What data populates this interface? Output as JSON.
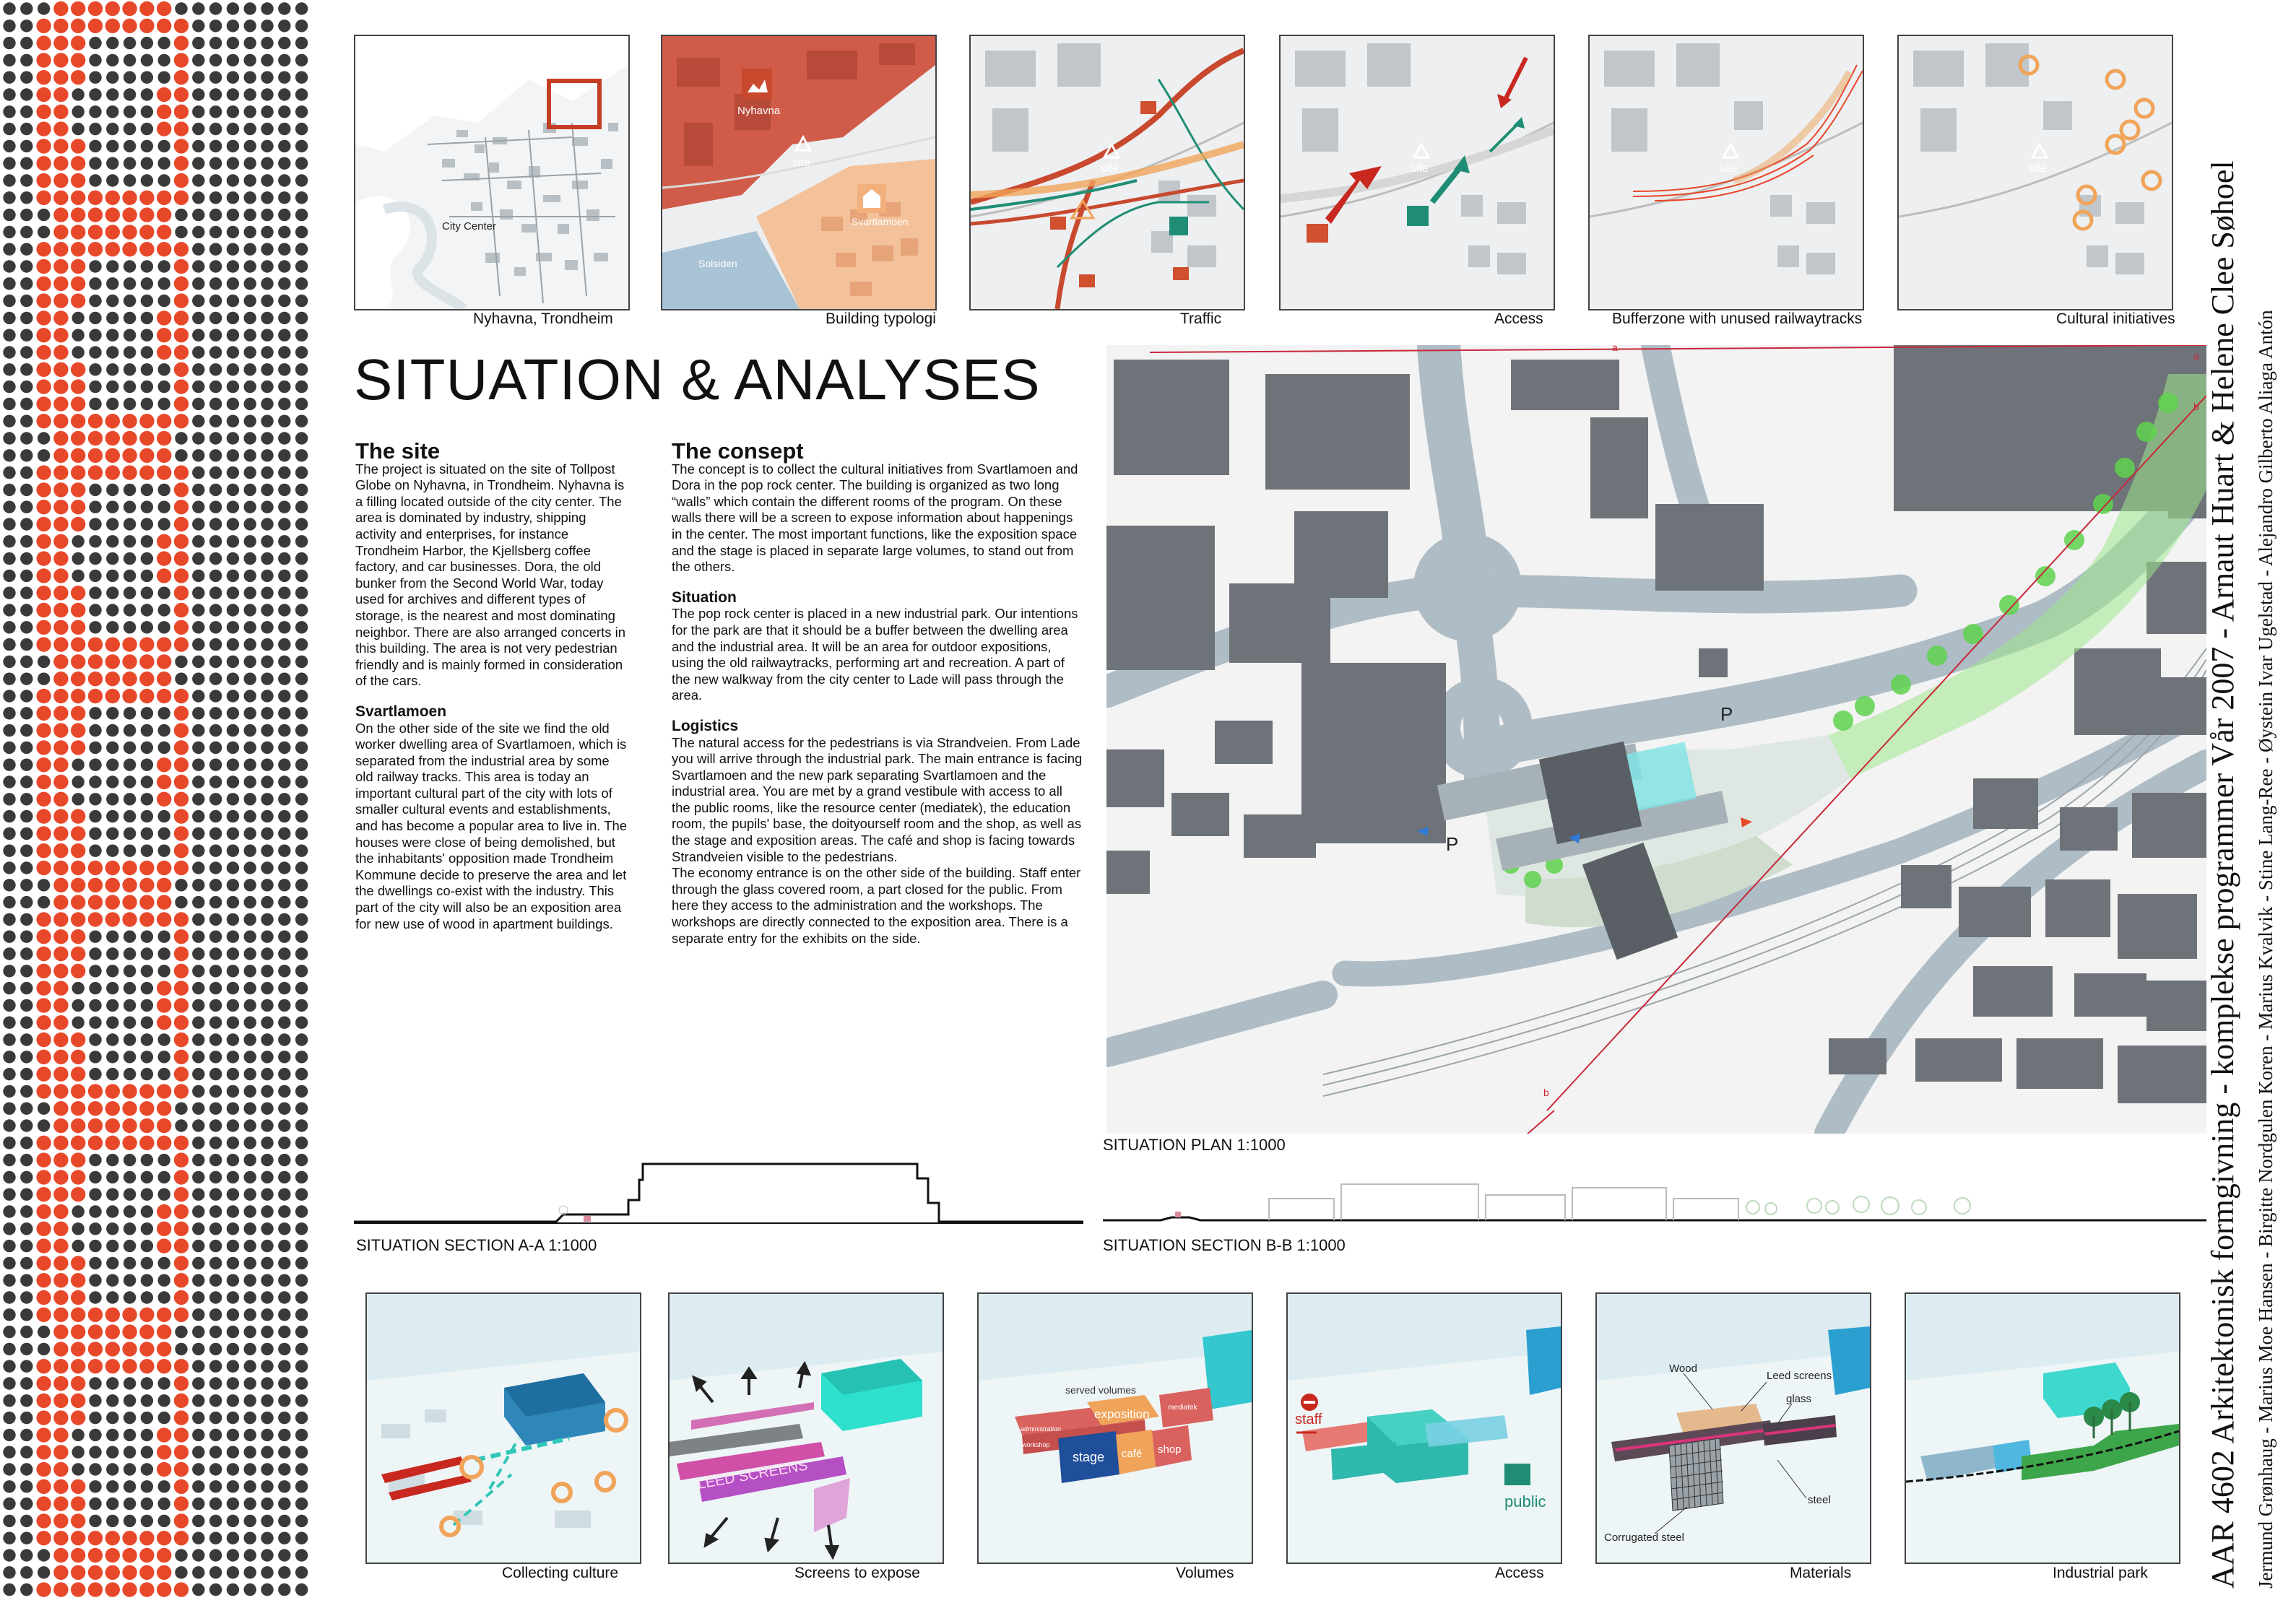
{
  "poster": {
    "title": "SITUATION & ANALYSES",
    "credits_line1": "AAR 4602 Arkitektonisk formgivning - komplekse programmer Vår 2007  - Arnaut Huart & Helene Clee Søhoel",
    "credits_line2": "Jermund Grønhaug - Marius Moe Hansen - Birgitte Nordgulen Koren - Marius Kvalvik - Stine Lang-Ree - Øystein Ivar Ugelstad - Alejandro Gilberto Aliaga Antón"
  },
  "analysis_maps": [
    {
      "caption": "Nyhavna, Trondheim",
      "labels": [
        "City Center"
      ]
    },
    {
      "caption": "Building typologi",
      "labels": [
        "Nyhavna",
        "site",
        "Svartlamoen",
        "Solsiden"
      ]
    },
    {
      "caption": "Traffic",
      "labels": [
        "site"
      ]
    },
    {
      "caption": "Access",
      "labels": [
        "site"
      ]
    },
    {
      "caption": "Bufferzone with unused railwaytracks",
      "labels": [
        "site"
      ]
    },
    {
      "caption": "Cultural initiatives",
      "labels": [
        "site"
      ]
    }
  ],
  "text": {
    "site": {
      "heading": "The site",
      "body": "The project is situated on the site of Tollpost Globe on Nyhavna, in Trondheim. Nyhavna is a filling located outside of the city center. The area is dominated by industry, shipping activity and enterprises, for instance Trondheim Harbor, the Kjellsberg coffee factory, and car businesses.  Dora, the old bunker from the Second World War, today used for archives and different types of storage, is the nearest and most dominating neighbor. There are also arranged concerts in this building. The area is not very pedestrian friendly and is mainly formed in consideration of the cars."
    },
    "svartlamoen": {
      "heading": "Svartlamoen",
      "body": "On the other side of the site we find the old worker dwelling area of Svartlamoen, which is separated from the industrial area by some old railway tracks. This area is today an important cultural part of the city with lots of smaller cultural events and establishments, and has become a popular area to live in. The houses were close of being demolished, but the inhabitants' opposition made Trondheim Kommune decide to preserve the area and let the dwellings co-exist with the industry. This part of the city will also be an exposition area for new use of wood in apartment buildings."
    },
    "consept": {
      "heading": "The consept",
      "body": "The concept is to collect the cultural initiatives from Svartlamoen and Dora in the pop rock center. The building is organized as two long “walls” which contain the different rooms of the program. On these walls there will be a screen to expose information about happenings in the center. The most important functions, like the exposition space and the stage is placed in separate large volumes, to stand out from the others."
    },
    "situation": {
      "heading": "Situation",
      "body": "The pop rock center is placed in a new industrial park. Our intentions for the park are that it should be a buffer between the dwelling area and the industrial area. It will be an area for outdoor expositions, using the old railwaytracks, performing art and recreation. A part of the new walkway from the city center to Lade will pass through the area."
    },
    "logistics": {
      "heading": "Logistics",
      "body": "The natural access for the pedestrians is via Strandveien. From Lade you will arrive through the industrial park.  The main entrance is facing Svartlamoen and the new park separating Svartlamoen and the industrial area. You are met by a grand vestibule with access to all the public rooms, like the resource center (mediatek), the education room, the pupils' base, the doityourself room and the shop, as well as the stage and exposition areas. The café and shop is facing towards Strandveien visible to the pedestrians.",
      "body2": "The economy entrance is on the other side of the building. Staff enter through the glass covered room, a part closed for the public. From here they access to the administration and the workshops. The workshops are directly connected to the exposition area. There is a separate entry for the exhibits on the side."
    }
  },
  "plan": {
    "caption": "SITUATION PLAN 1:1000",
    "marks": [
      "P",
      "P",
      "a",
      "a",
      "b",
      "b"
    ]
  },
  "sections": [
    {
      "caption": "SITUATION SECTION A-A 1:1000"
    },
    {
      "caption": "SITUATION SECTION B-B 1:1000"
    }
  ],
  "perspectives": [
    {
      "caption": "Collecting culture",
      "labels": []
    },
    {
      "caption": "Screens to expose",
      "labels": [
        "LEED SCREENS"
      ]
    },
    {
      "caption": "Volumes",
      "labels": [
        "served volumes",
        "exposition",
        "stage",
        "café",
        "shop",
        "mediatek",
        "administration",
        "workshop"
      ]
    },
    {
      "caption": "Access",
      "labels": [
        "staff",
        "public"
      ]
    },
    {
      "caption": "Materials",
      "labels": [
        "Wood",
        "Leed screens",
        "glass",
        "steel",
        "Corrugated steel"
      ]
    },
    {
      "caption": "Industrial park",
      "labels": []
    }
  ],
  "colors": {
    "accent_red": "#e8482a",
    "dot_dark": "#3a3a3a",
    "building_gray": "#6e7379",
    "road_blue": "#b9c7cf",
    "park_green": "#7bdc6a",
    "teal": "#2fc7b7",
    "orange_marker": "#f0a45a"
  }
}
